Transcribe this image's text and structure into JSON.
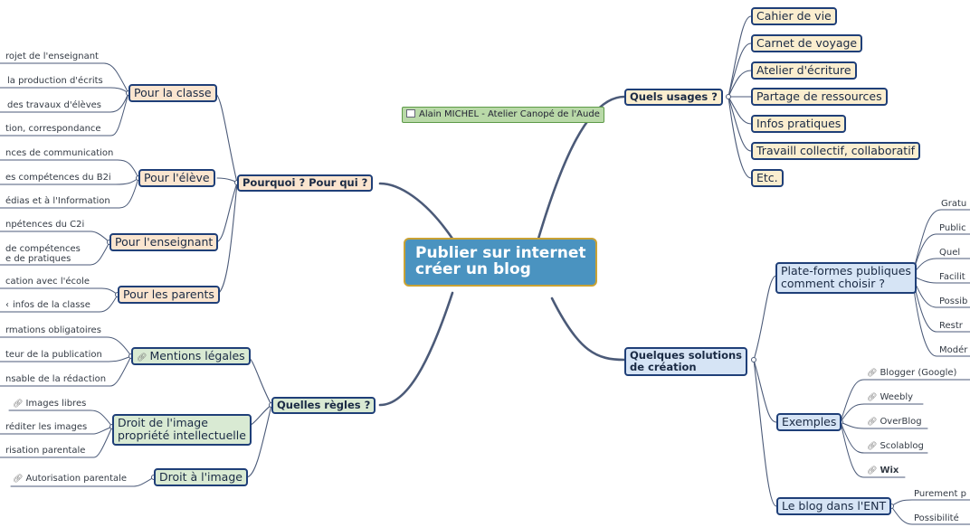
{
  "central": {
    "line1": "Publier sur internet",
    "line2": "créer un blog"
  },
  "author": "Alain MICHEL - Atelier Canopé de l'Aude",
  "usages": {
    "title": "Quels usages ?",
    "items": [
      "Cahier de vie",
      "Carnet de voyage",
      "Atelier d'écriture",
      "Partage de ressources",
      "Infos pratiques",
      "Travaill collectif, collaboratif",
      "Etc."
    ]
  },
  "pourquoi": {
    "title": "Pourquoi ? Pour qui ?",
    "classe": {
      "label": "Pour la classe",
      "leaves": [
        "rojet de l'enseignant",
        "la production d'écrits",
        "des travaux d'élèves",
        "tion, correspondance"
      ]
    },
    "eleve": {
      "label": "Pour l'élève",
      "leaves": [
        "nces de communication",
        "es compétences du B2i",
        "édias et à l'Information"
      ]
    },
    "enseignant": {
      "label": "Pour l'enseignant",
      "leaves": [
        "npétences du C2i",
        "de compétences",
        "e de pratiques"
      ]
    },
    "parents": {
      "label": "Pour les parents",
      "leaves": [
        "cation avec l'école",
        "infos de la classe"
      ]
    }
  },
  "regles": {
    "title": "Quelles règles ?",
    "mentions": {
      "label": "Mentions légales",
      "leaves": [
        "rmations obligatoires",
        "teur de la publication",
        "nsable de la rédaction"
      ]
    },
    "droit_image": {
      "line1": "Droit de l'image",
      "line2": "propriété intellectuelle",
      "leaves": [
        "Images libres",
        "réditer les images",
        "risation parentale"
      ]
    },
    "droit_a": {
      "label": "Droit à l'image",
      "leaves": [
        "Autorisation parentale"
      ]
    }
  },
  "solutions": {
    "title_line1": "Quelques solutions",
    "title_line2": "de création",
    "plateformes": {
      "line1": "Plate-formes publiques",
      "line2": "comment choisir ?",
      "leaves": [
        "Gratu",
        "Public",
        "Quel",
        "Facilit",
        "Possib",
        "Restr",
        "Modér"
      ]
    },
    "exemples": {
      "label": "Exemples",
      "leaves": [
        "Blogger (Google)",
        "Weebly",
        "OverBlog",
        "Scolablog",
        "Wix"
      ]
    },
    "ent": {
      "label": "Le blog dans l'ENT",
      "leaves": [
        "Purement p",
        "Possibilité"
      ]
    }
  },
  "colors": {
    "central_fill": "#4a93c0",
    "central_border": "#c9a234",
    "link": "#4b5a78",
    "node_border": "#1f3f78"
  }
}
